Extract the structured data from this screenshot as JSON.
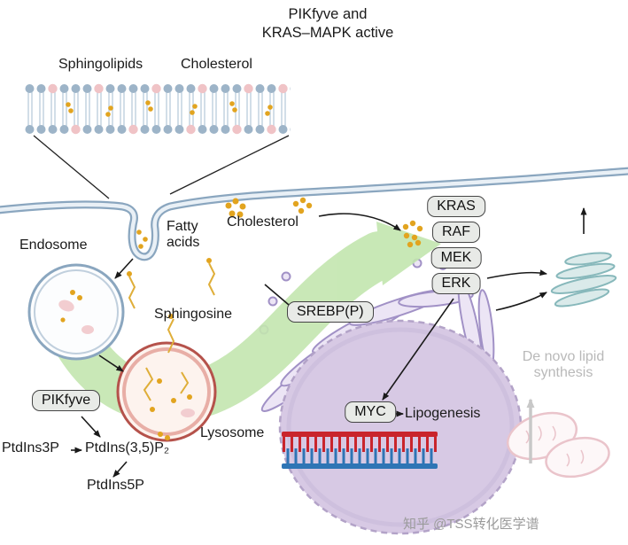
{
  "title": {
    "line1": "PIKfyve and",
    "line2": "KRAS–MAPK active"
  },
  "membrane_inset": {
    "sphingolipids": "Sphingolipids",
    "cholesterol": "Cholesterol"
  },
  "labels": {
    "endosome": "Endosome",
    "fatty_acids": "Fatty\nacids",
    "cholesterol": "Cholesterol",
    "sphingosine": "Sphingosine",
    "lysosome": "Lysosome",
    "lipogenesis": "Lipogenesis",
    "de_novo": "De novo lipid\nsynthesis"
  },
  "molecules": {
    "ptdins3p": "PtdIns3P",
    "ptdins35p2": "PtdIns(3,5)P₂",
    "ptdins5p": "PtdIns5P"
  },
  "boxes": {
    "pikfyve": "PIKfyve",
    "srebp": "SREBP(P)",
    "kras": "KRAS",
    "raf": "RAF",
    "mek": "MEK",
    "erk": "ERK",
    "myc": "MYC"
  },
  "watermark": "知乎 @TSS转化医学谱",
  "colors": {
    "flow_arrow_green": "#c3e6af",
    "membrane_blue": "#8aa6bf",
    "lysosome_red": "#b5524b",
    "nucleus_purple": "#d7c9e4",
    "golgi_purple": "#a191c6",
    "er_teal": "#87b8bb",
    "mitochondria_pink": "#eac4cb",
    "dna_red": "#c9252c",
    "dna_blue": "#2e75b5",
    "lipid_yellow": "#e2a41f",
    "box_fill": "#e8eae7",
    "muted_gray": "#b9b9b9"
  }
}
